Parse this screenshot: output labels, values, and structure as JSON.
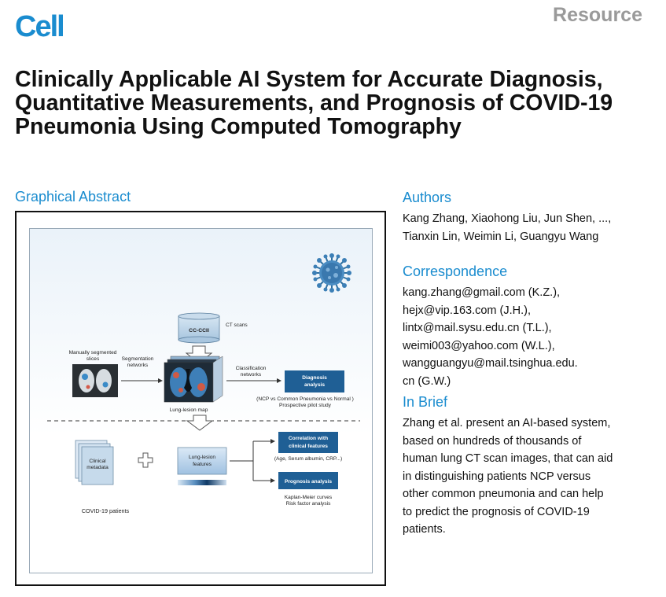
{
  "header": {
    "logo": "Cell",
    "category": "Resource"
  },
  "article": {
    "title": "Clinically Applicable AI System for Accurate Diagnosis, Quantitative Measurements, and Prognosis of COVID-19 Pneumonia Using Computed Tomography"
  },
  "graphical_abstract": {
    "heading": "Graphical Abstract",
    "ct_db_label": "CC-CCII",
    "ct_scans": "CT scans",
    "manual_line1": "Manually segmented",
    "manual_line2": "slices",
    "seg_line1": "Segmentation",
    "seg_line2": "networks",
    "cls_line1": "Classification",
    "cls_line2": "networks",
    "diagnosis_line1": "Diagnosis",
    "diagnosis_line2": "analysis",
    "diag_note1": "(NCP vs Common Pneumonia vs Normal )",
    "diag_note2": "Prospective pilot study",
    "lung_map": "Lung-lesion map",
    "clinical_line1": "Clinical",
    "clinical_line2": "metadata",
    "features_line1": "Lung-lesion",
    "features_line2": "features",
    "corr_line1": "Correlation with",
    "corr_line2": "clinical features",
    "corr_note": "(Age, Serum albumin, CRP...)",
    "prognosis": "Prognosis analysis",
    "prog_note1": "Kaplan-Meier curves",
    "prog_note2": "Risk factor analysis",
    "patients": "COVID-19 patients",
    "colors": {
      "box_blue": "#1f5f95",
      "lesion_blue": "#2c6fa8",
      "virus": "#3c7fb6"
    }
  },
  "authors": {
    "heading": "Authors",
    "line1": "Kang Zhang, Xiaohong Liu, Jun Shen, ...,",
    "line2": "Tianxin Lin, Weimin Li, Guangyu Wang"
  },
  "correspondence": {
    "heading": "Correspondence",
    "line1": "kang.zhang@gmail.com (K.Z.),",
    "line2": "hejx@vip.163.com (J.H.),",
    "line3": "lintx@mail.sysu.edu.cn (T.L.),",
    "line4": "weimi003@yahoo.com (W.L.),",
    "line5": "wangguangyu@mail.tsinghua.edu.",
    "line6": "cn (G.W.)"
  },
  "in_brief": {
    "heading": "In Brief",
    "line1": "Zhang et al. present an AI-based system,",
    "line2": "based on hundreds of thousands of",
    "line3": "human lung CT scan images, that can aid",
    "line4": "in distinguishing patients NCP versus",
    "line5": "other common pneumonia and can help",
    "line6": "to predict the prognosis of COVID-19",
    "line7": "patients."
  }
}
